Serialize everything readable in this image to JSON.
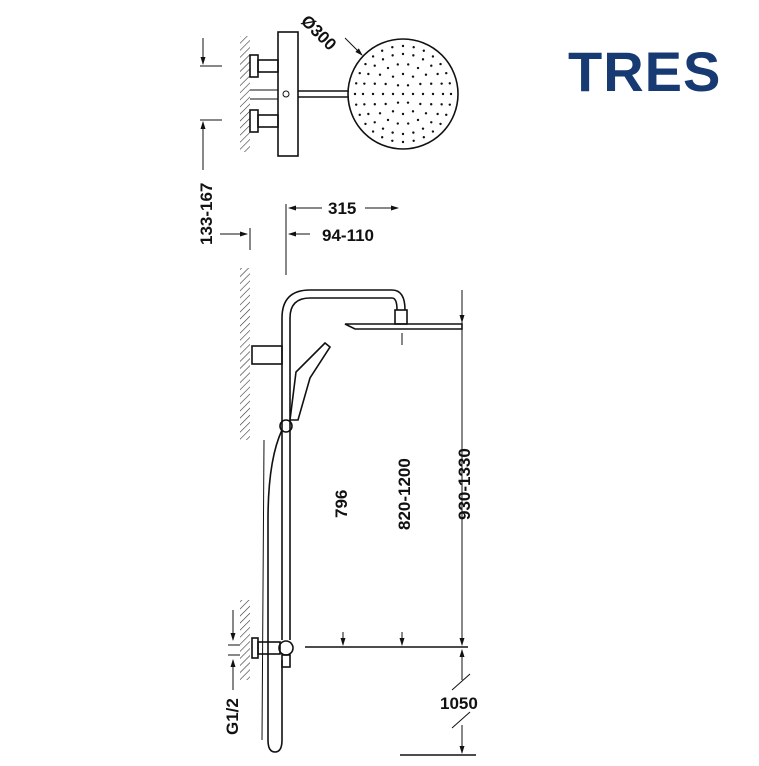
{
  "brand": {
    "name": "TRES",
    "color": "#173a73"
  },
  "dimensions": {
    "head_diameter": "Ø300",
    "valve_depth": "133-167",
    "arm_length": "315",
    "wall_offset": "94-110",
    "rail_height": "796",
    "adjustable_height": "820-1200",
    "total_height": "930-1330",
    "mount_height": "1050",
    "connection": "G1/2"
  }
}
